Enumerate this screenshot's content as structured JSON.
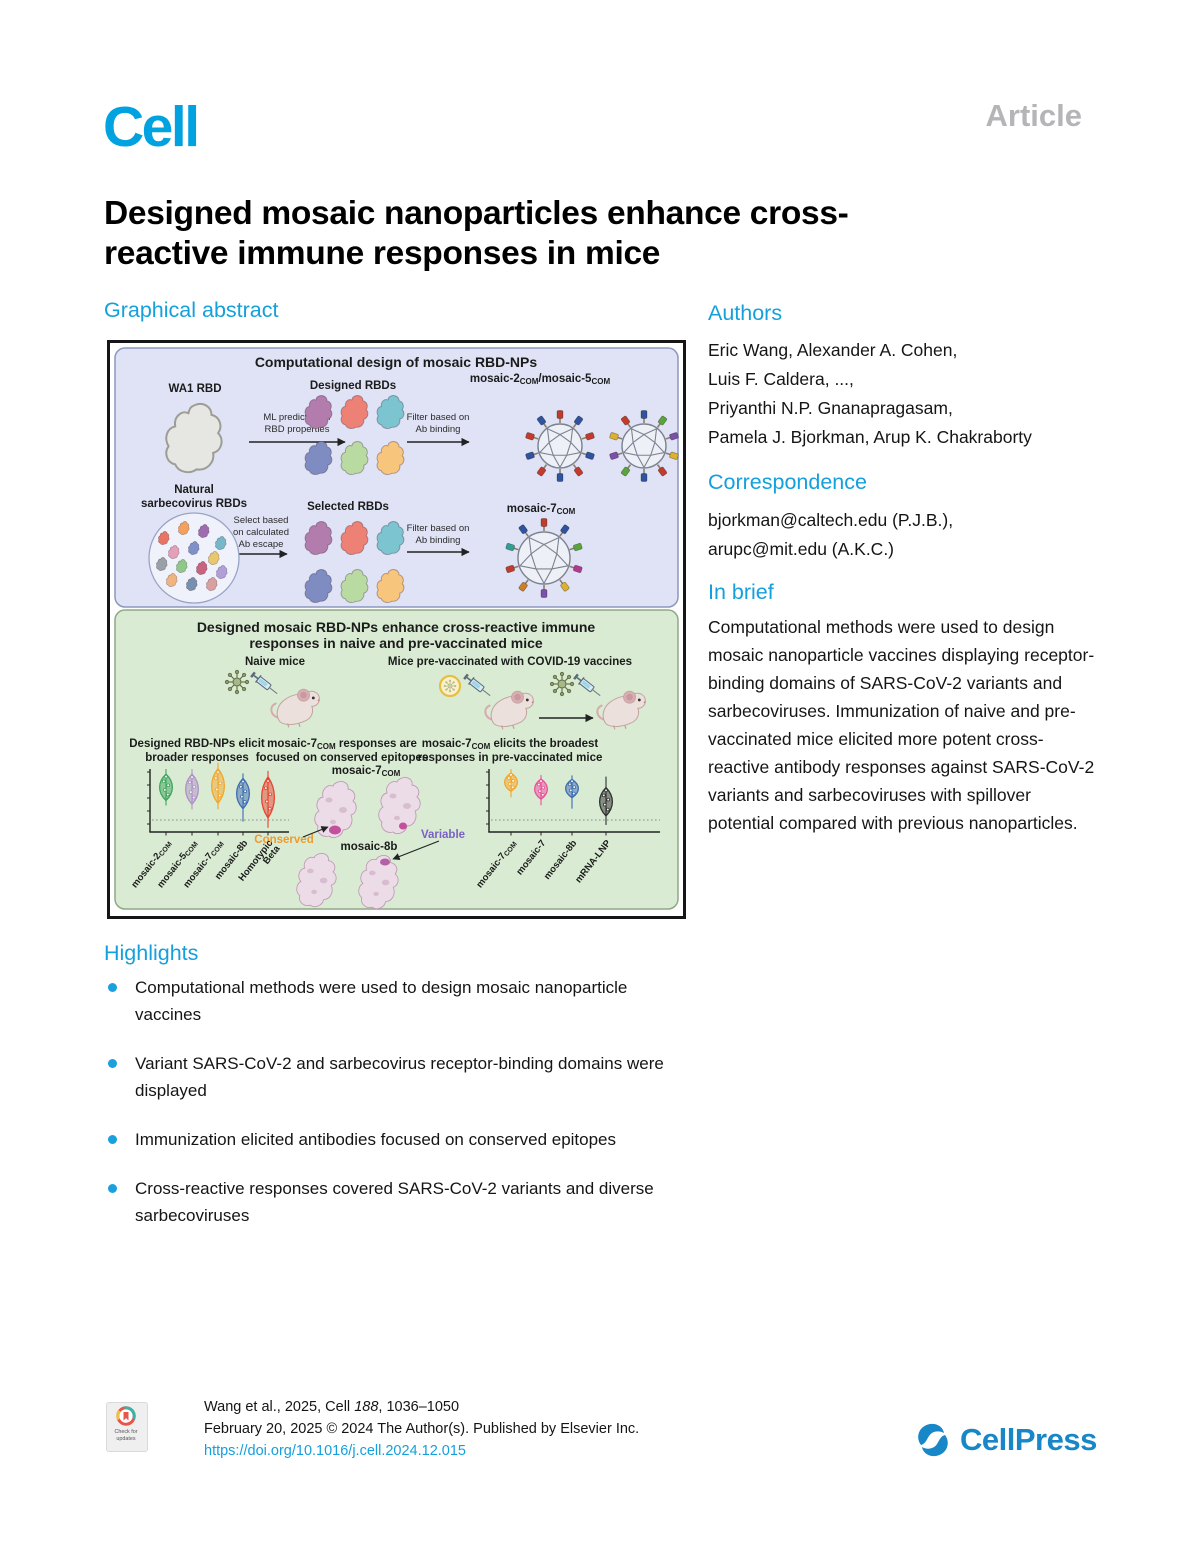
{
  "colors": {
    "accent_blue": "#00a3df",
    "heading_blue": "#14a0dc",
    "article_gray": "#b5b5b8",
    "lavender_panel": "#dfe3f5",
    "green_panel": "#d9ecd3",
    "conserved_orange": "#ef9a2d",
    "variable_purple": "#7a5fc8"
  },
  "header": {
    "journal_logo": "Cell",
    "article_label": "Article"
  },
  "title": "Designed mosaic nanoparticles enhance cross-reactive immune responses in mice",
  "sections": {
    "graphical_abstract": "Graphical abstract",
    "authors": "Authors",
    "correspondence": "Correspondence",
    "in_brief": "In brief",
    "highlights": "Highlights"
  },
  "authors": {
    "lines": [
      "Eric Wang, Alexander A. Cohen,",
      "Luis F. Caldera, ...,",
      "Priyanthi N.P. Gnanapragasam,",
      "Pamela J. Bjorkman, Arup K. Chakraborty"
    ]
  },
  "correspondence": {
    "lines": [
      "bjorkman@caltech.edu (P.J.B.),",
      "arupc@mit.edu (A.K.C.)"
    ]
  },
  "in_brief": "Computational methods were used to design mosaic nanoparticle vaccines displaying receptor-binding domains of SARS-CoV-2 variants and sarbecoviruses. Immunization of naive and pre-vaccinated mice elicited more potent cross-reactive antibody responses against SARS-CoV-2 variants and sarbecoviruses with spillover potential compared with previous nanoparticles.",
  "highlights": [
    "Computational methods were used to design mosaic nanoparticle vaccines",
    "Variant SARS-CoV-2 and sarbecovirus receptor-binding domains were displayed",
    "Immunization elicited antibodies focused on conserved epitopes",
    "Cross-reactive responses covered SARS-CoV-2 variants and diverse sarbecoviruses"
  ],
  "figure": {
    "top_panel": {
      "title": "Computational design of mosaic RBD-NPs",
      "wa1_label": "WA1 RBD",
      "ml_arrow": [
        "ML prediction of",
        "RBD properties"
      ],
      "designed_label": "Designed RBDs",
      "filter_arrow": [
        "Filter based on",
        "Ab binding"
      ],
      "mosaic25": {
        "a": "mosaic-2",
        "a_sub": "COM",
        "b": "/mosaic-5",
        "b_sub": "COM"
      },
      "natural_label": [
        "Natural",
        "sarbecovirus RBDs"
      ],
      "select_arrow": [
        "Select based",
        "on calculated",
        "Ab escape"
      ],
      "selected_label": "Selected RBDs",
      "filter_arrow2": [
        "Filter based on",
        "Ab binding"
      ],
      "mosaic7": {
        "a": "mosaic-7",
        "a_sub": "COM"
      },
      "rbd_colors": [
        "#b27cac",
        "#ee8176",
        "#7cc4cf",
        "#7e8cc2",
        "#b9dba2",
        "#f8c57d"
      ],
      "natural_colors": [
        "#e87464",
        "#f2a25c",
        "#a06cb0",
        "#76b8c8",
        "#e4a0b8",
        "#8090c8",
        "#e8c86c",
        "#9aa0a8",
        "#90c88a",
        "#c86480",
        "#b0a0d8",
        "#f0b480",
        "#7890b0",
        "#d8a0a0"
      ],
      "np_mosaic2_spikes": [
        "#c23b2c",
        "#30539f",
        "#c23b2c",
        "#30539f",
        "#c23b2c",
        "#30539f",
        "#c23b2c",
        "#30539f",
        "#c23b2c",
        "#30539f"
      ],
      "np_mosaic5_spikes": [
        "#30539f",
        "#5aa43c",
        "#7c50a8",
        "#ddb02e",
        "#c23b2c",
        "#30539f",
        "#5aa43c",
        "#7c50a8",
        "#ddb02e",
        "#c23b2c"
      ],
      "np_mosaic7_spikes": [
        "#c23b2c",
        "#30539f",
        "#5aa43c",
        "#b23a8e",
        "#ddb02e",
        "#7c50a8",
        "#c8802b",
        "#c23b2c",
        "#2f9e94",
        "#30539f"
      ]
    },
    "bottom_panel": {
      "title": [
        "Designed mosaic RBD-NPs enhance cross-reactive immune",
        "responses in naive and pre-vaccinated mice"
      ],
      "naive_label": "Naive mice",
      "prevax_label": "Mice pre-vaccinated with COVID-19 vaccines",
      "cap1": [
        "Designed RBD-NPs elicit",
        "broader responses"
      ],
      "cap2": {
        "pre": "mosaic-7",
        "sub": "COM",
        "post": " responses are",
        "line2": "focused on conserved epitopes"
      },
      "cap3": {
        "pre": "mosaic-7",
        "sub": "COM",
        "post": " elicits the broadest",
        "line2": "responses in pre-vaccinated mice"
      },
      "mid": {
        "mosaic7": {
          "a": "mosaic-7",
          "a_sub": "COM"
        },
        "mosaic8b": "mosaic-8b",
        "conserved": "Conserved",
        "variable": "Variable"
      }
    }
  },
  "chart_data": [
    {
      "type": "violin",
      "title": "Designed RBD-NPs elicit broader responses",
      "categories": [
        "mosaic-2COM",
        "mosaic-5COM",
        "mosaic-7COM",
        "mosaic-8b",
        "Homotypic Beta"
      ],
      "categories_fmt": [
        [
          "mosaic-2",
          "_COM"
        ],
        [
          "mosaic-5",
          "_COM"
        ],
        [
          "mosaic-7",
          "_COM"
        ],
        [
          "mosaic-8b"
        ],
        [
          "Homotypic",
          "\nBeta"
        ]
      ],
      "colors": [
        "#3fa45c",
        "#b091c8",
        "#f5a52a",
        "#3e6cb3",
        "#e8432f"
      ],
      "levels": [
        0.71,
        0.68,
        0.73,
        0.61,
        0.55
      ],
      "spreads": [
        0.42,
        0.48,
        0.55,
        0.48,
        0.65
      ],
      "ylabel": "",
      "xlabel": "",
      "axes_numeric": false,
      "baseline": "dotted limit-of-detection line"
    },
    {
      "type": "violin",
      "title": "mosaic-7COM elicits the broadest responses in pre-vaccinated mice",
      "categories": [
        "mosaic-7COM",
        "mosaic-7",
        "mosaic-8b",
        "mRNA-LNP"
      ],
      "categories_fmt": [
        [
          "mosaic-7",
          "_COM"
        ],
        [
          "mosaic-7"
        ],
        [
          "mosaic-8b"
        ],
        [
          "mRNA-LNP"
        ]
      ],
      "colors": [
        "#f5a52a",
        "#ec4f9b",
        "#3e6cb3",
        "#2f2f2f"
      ],
      "levels": [
        0.79,
        0.68,
        0.69,
        0.48
      ],
      "spreads": [
        0.29,
        0.32,
        0.29,
        0.45
      ],
      "ylabel": "",
      "xlabel": "",
      "axes_numeric": false,
      "baseline": "dotted limit-of-detection line"
    }
  ],
  "footer": {
    "citation_pre": "Wang et al., 2025, Cell ",
    "citation_vol": "188",
    "citation_post": ", 1036–1050",
    "date_line": "February 20, 2025 © 2024 The Author(s). Published by Elsevier Inc.",
    "doi": "https://doi.org/10.1016/j.cell.2024.12.015",
    "badge_lines": [
      "Check for",
      "updates"
    ],
    "cellpress": "CellPress"
  }
}
